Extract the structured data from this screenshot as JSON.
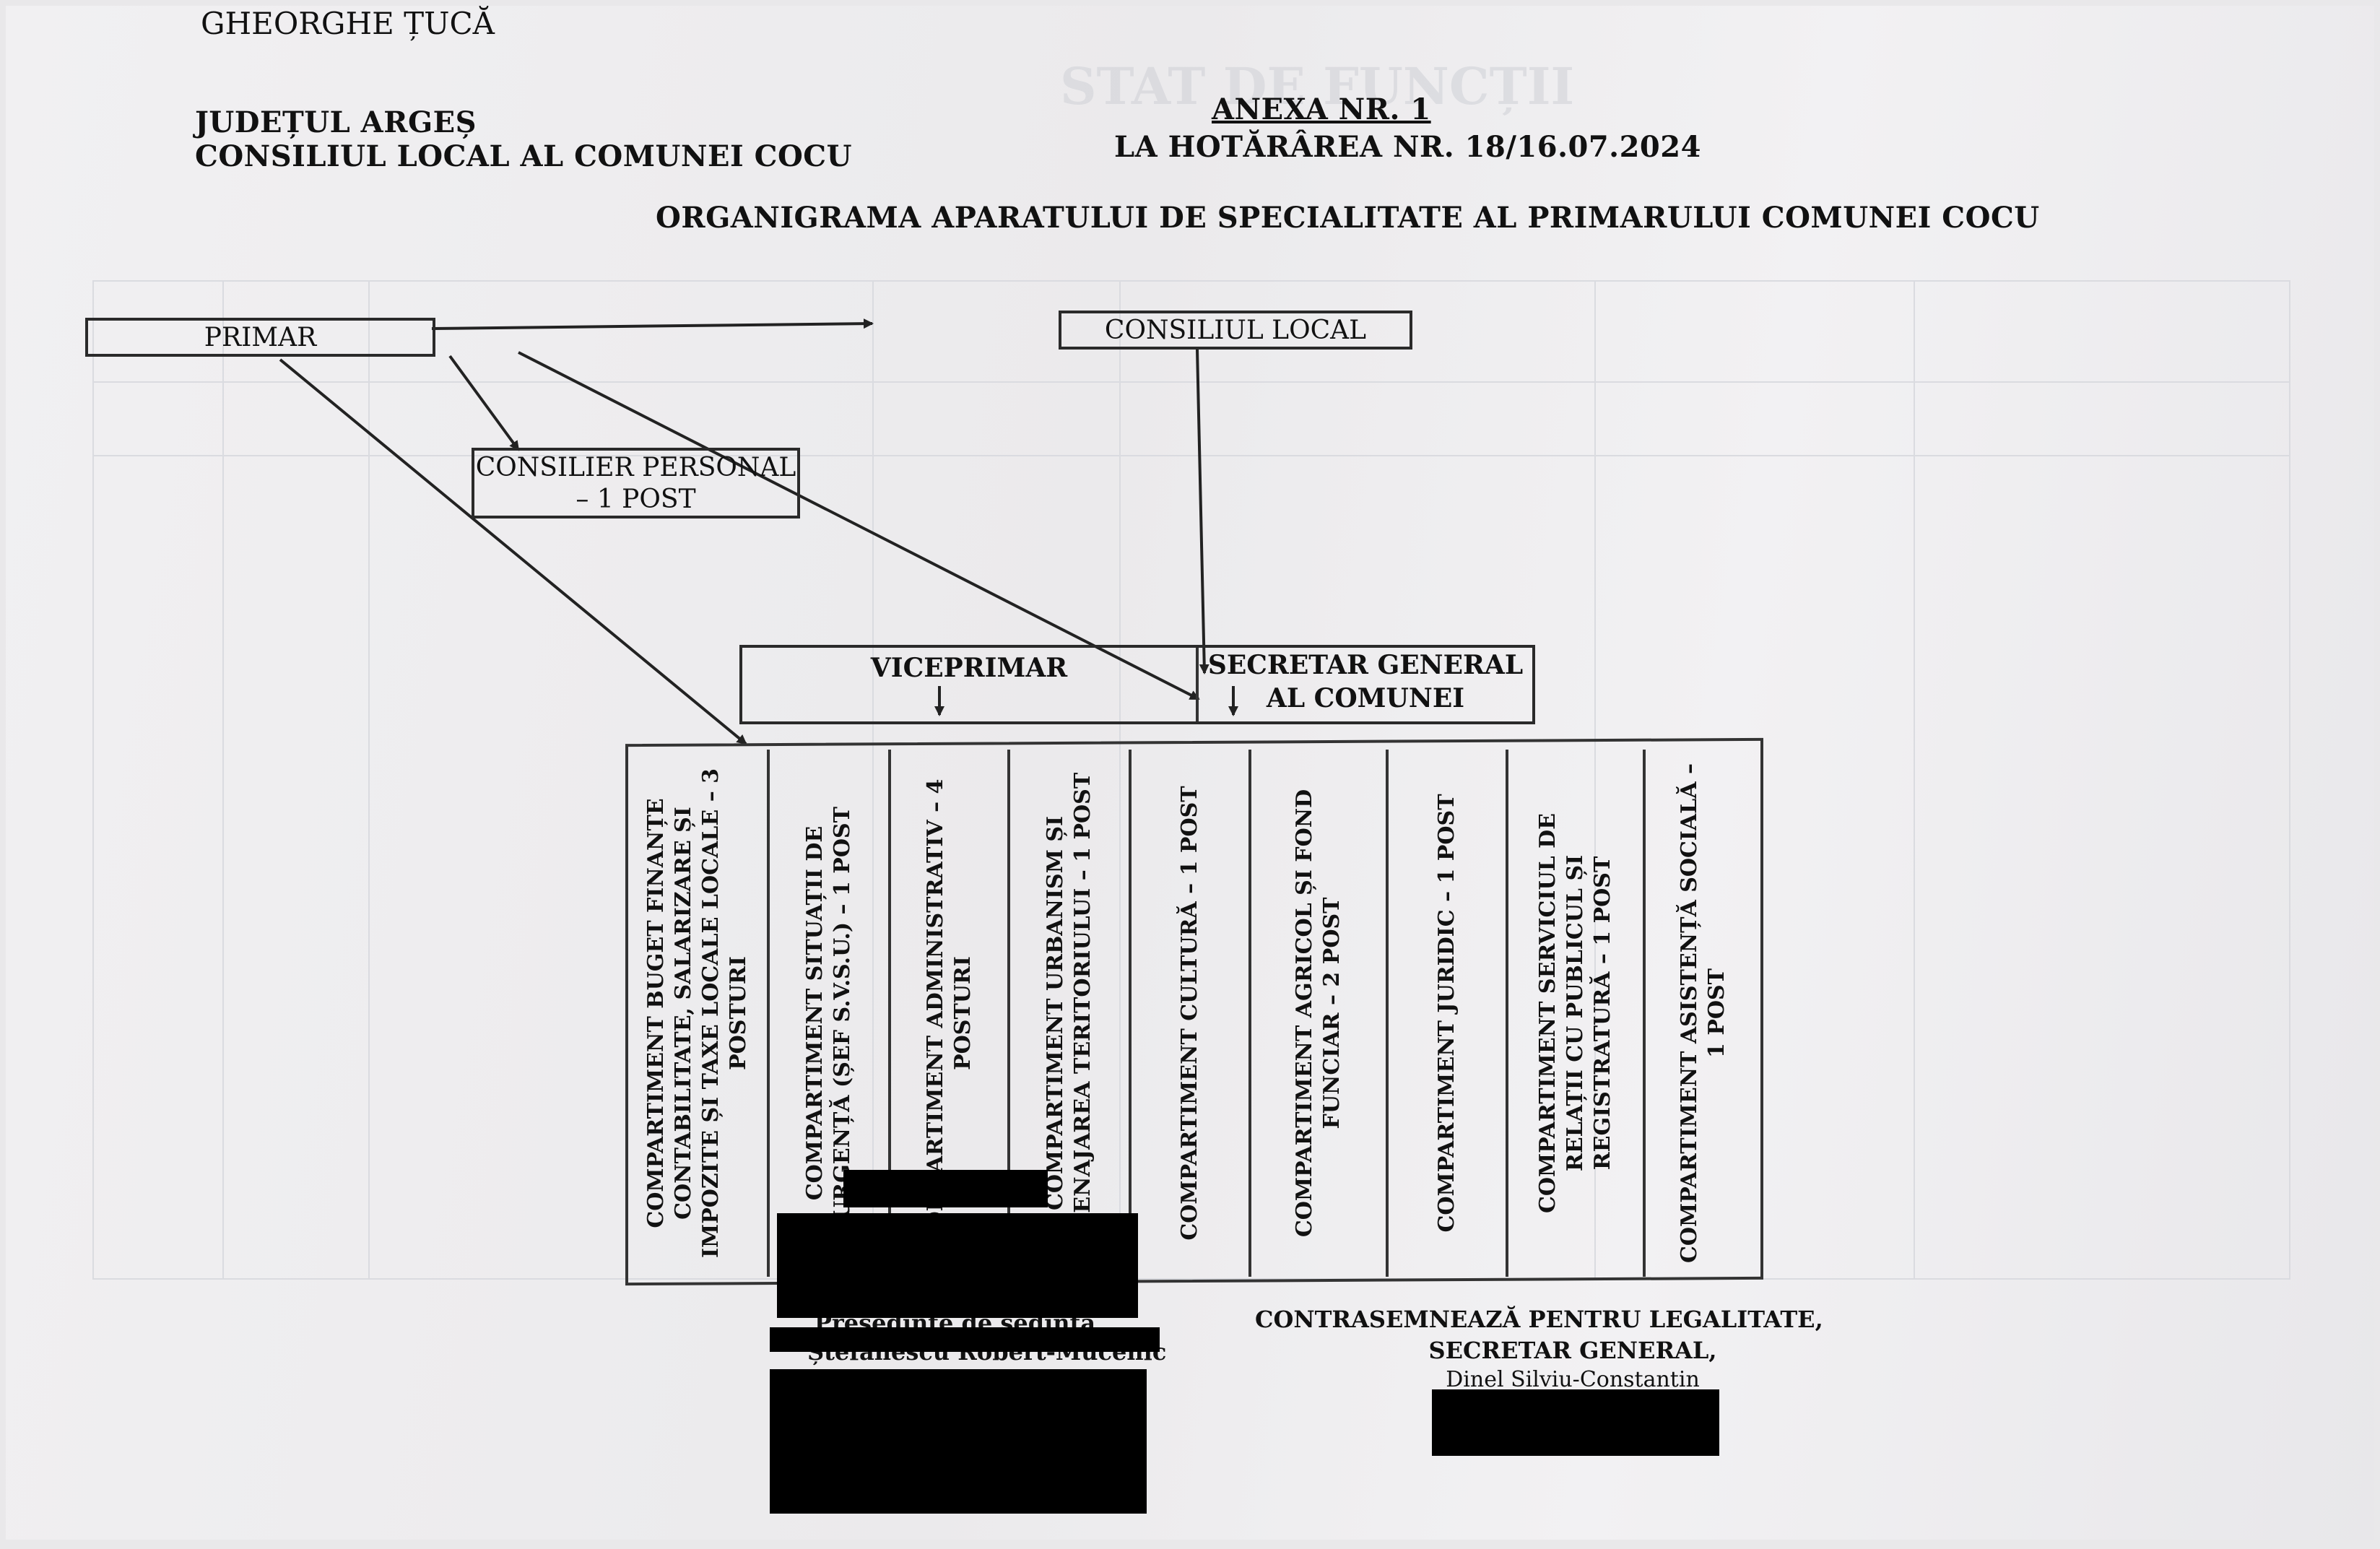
{
  "header": {
    "top_name": "GHEORGHE ȚUCĂ",
    "county": "JUDEȚUL ARGEȘ",
    "council": "CONSILIUL LOCAL AL COMUNEI COCU",
    "annex": "ANEXA NR. 1",
    "decision": "LA HOTĂRÂREA NR. 18/16.07.2024",
    "title": "ORGANIGRAMA APARATULUI DE SPECIALITATE AL PRIMARULUI COMUNEI COCU",
    "bg_ghost_title": "STAT DE FUNCȚII"
  },
  "nodes": {
    "primar": "PRIMAR",
    "consiliul_local": "CONSILIUL LOCAL",
    "consilier_line1": "CONSILIER PERSONAL",
    "consilier_line2": "– 1 POST",
    "viceprimar": "VICEPRIMAR",
    "secretar_line1": "SECRETAR GENERAL",
    "secretar_line2": "AL COMUNEI"
  },
  "compartments": [
    "COMPARTIMENT BUGET FINANȚE CONTABILITATE, SALARIZARE ȘI IMPOZITE ȘI TAXE LOCALE LOCALE – 3 POSTURI",
    "COMPARTIMENT SITUAȚII DE URGENȚĂ (ȘEF S.V.S.U.) – 1 POST",
    "COMPARTIMENT ADMINISTRATIV – 4 POSTURI",
    "COMPARTIMENT URBANISM ȘI AMENAJAREA TERITORIULUI – 1 POST",
    "COMPARTIMENT CULTURĂ – 1 POST",
    "COMPARTIMENT AGRICOL ȘI FOND FUNCIAR – 2 POST",
    "COMPARTIMENT JURIDIC – 1 POST",
    "COMPARTIMENT SERVICIUL DE RELAȚII CU PUBLICUL ȘI REGISTRATURĂ – 1 POST",
    "COMPARTIMENT ASISTENȚĂ SOCIALĂ – 1 POST"
  ],
  "signatures": {
    "left_role": "Președinte de ședință,",
    "left_name": "Ștefănescu Robert-Mucenic",
    "right_line1": "CONTRASEMNEAZĂ PENTRU LEGALITATE,",
    "right_line2": "SECRETAR GENERAL,",
    "right_name": "Dinel Silviu-Constantin"
  },
  "colors": {
    "ink": "#111111",
    "redaction": "#000000",
    "paper": "#eeedf0"
  }
}
